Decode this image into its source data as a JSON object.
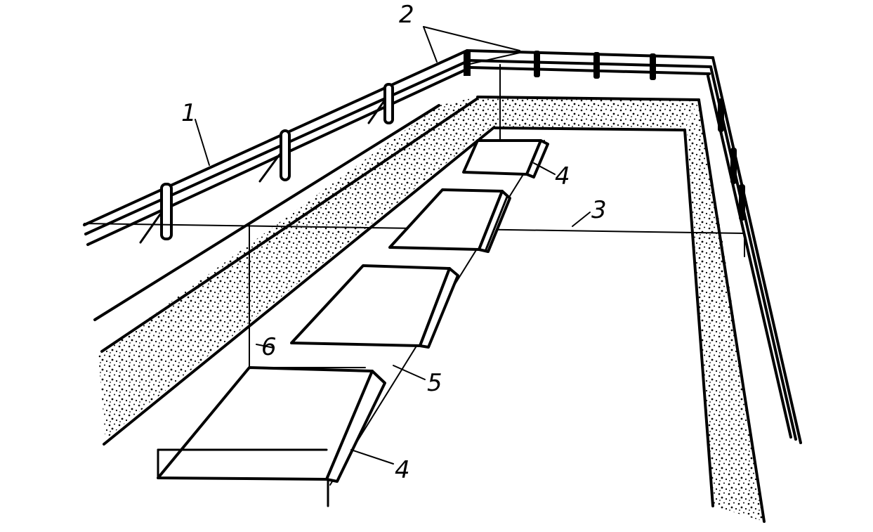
{
  "figure": {
    "labels": {
      "cast_off_rail": "1",
      "cord_top": "2",
      "cord_cross": "3",
      "slab_upper": "4",
      "slab_lower": "4",
      "string_line": "5",
      "plumb_line": "6"
    }
  }
}
